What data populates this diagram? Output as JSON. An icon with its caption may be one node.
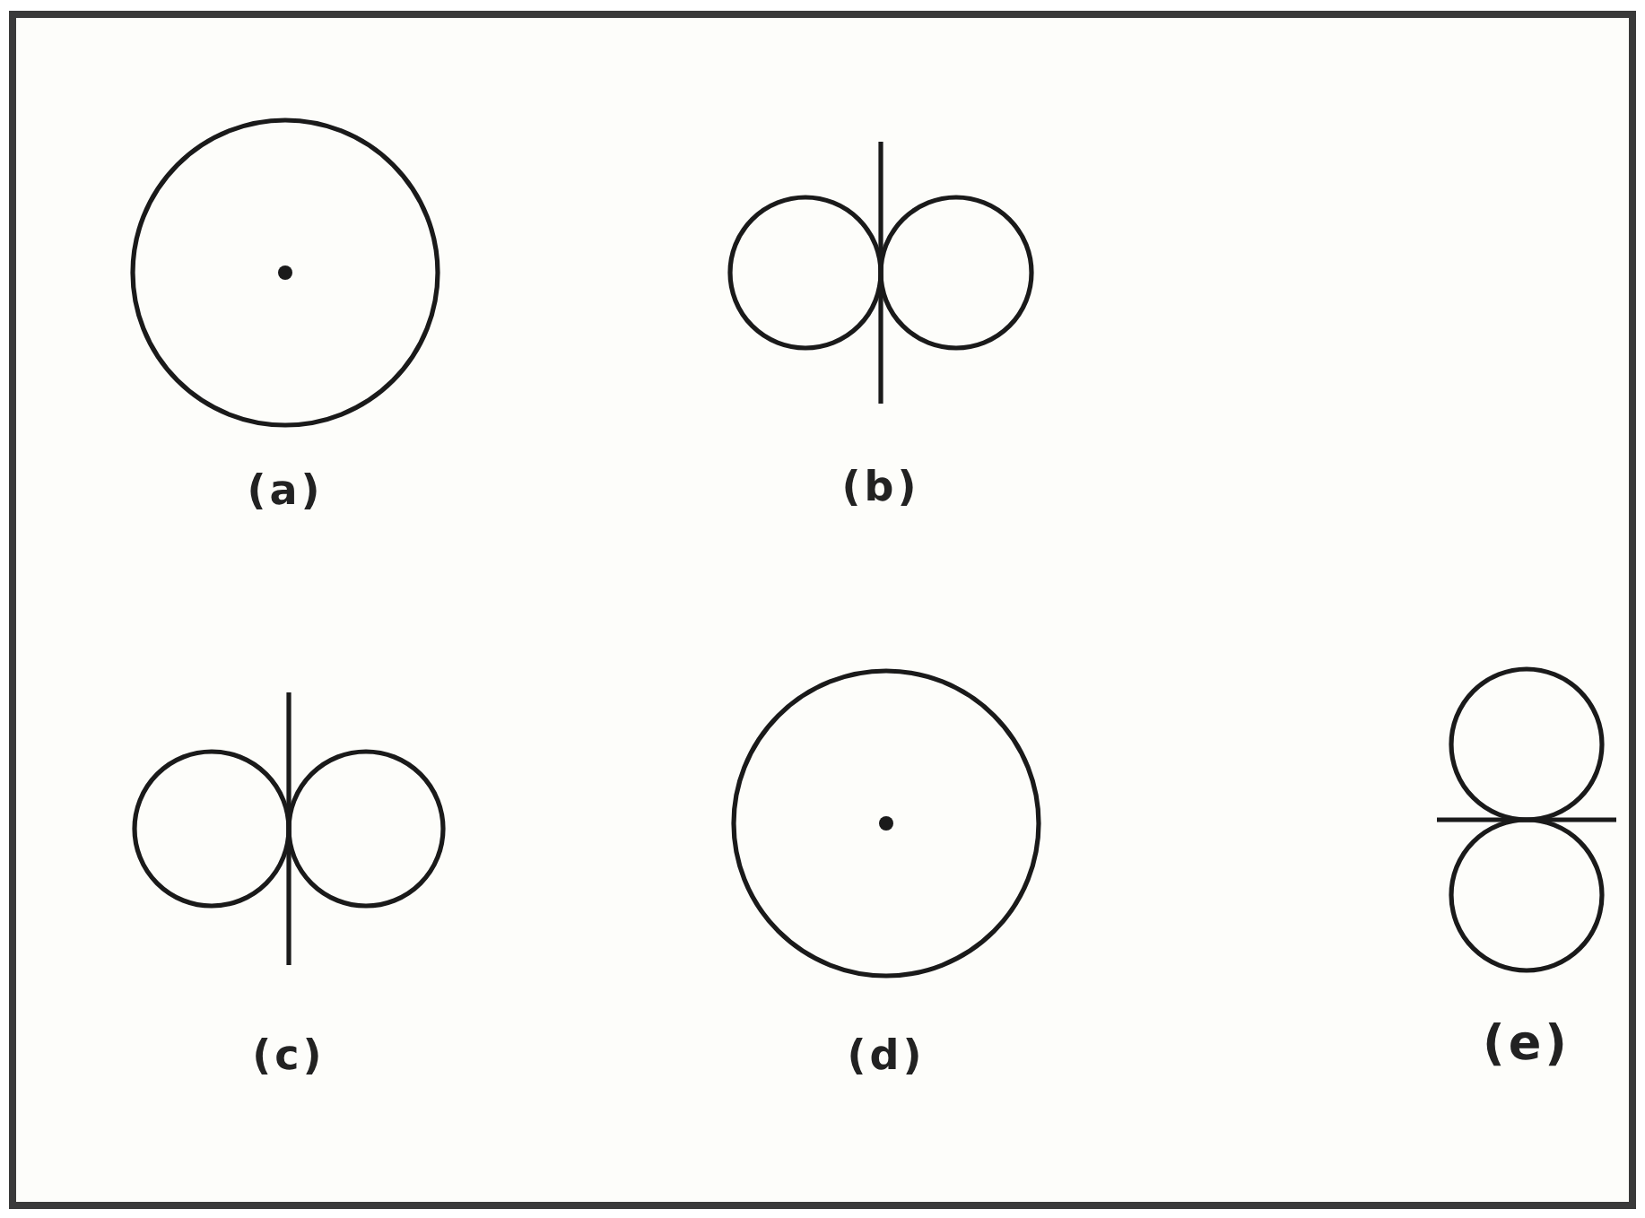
{
  "diagram": {
    "labels": [
      "(a)",
      "(b)",
      "(c)",
      "(d)",
      "(e)"
    ]
  }
}
